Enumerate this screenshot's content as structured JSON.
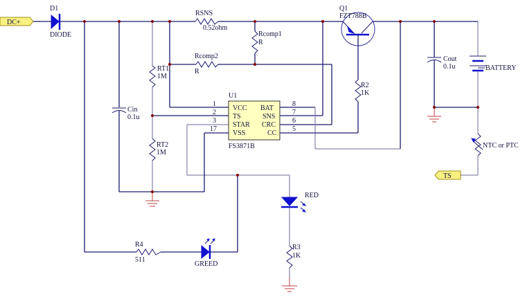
{
  "ports": {
    "dc_plus": "DC+",
    "ts": "TS"
  },
  "components": {
    "d1": {
      "ref": "D1",
      "value": "DIODE"
    },
    "rsns": {
      "ref": "RSNS",
      "value": "0.52ohm"
    },
    "rcomp1": {
      "ref": "Rcomp1",
      "value": "R"
    },
    "rcomp2": {
      "ref": "Rcomp2",
      "value": "R"
    },
    "q1": {
      "ref": "Q1",
      "value": "FZT788B"
    },
    "rt1": {
      "ref": "RT1",
      "value": "1M"
    },
    "rt2": {
      "ref": "RT2",
      "value": "1M"
    },
    "cin": {
      "ref": "Cin",
      "value": "0.1u"
    },
    "cout": {
      "ref": "Cout",
      "value": "0.1u"
    },
    "battery": {
      "ref": "BATTERY"
    },
    "thermistor": {
      "ref": "NTC or PTC"
    },
    "r2": {
      "ref": "R2",
      "value": "1K"
    },
    "r3": {
      "ref": "R3",
      "value": "1K"
    },
    "r4": {
      "ref": "R4",
      "value": "511"
    },
    "led_red": {
      "ref": "RED"
    },
    "led_green": {
      "ref": "GREED"
    },
    "u1": {
      "ref": "U1",
      "value": "FS3871B",
      "left_pins": [
        {
          "num": "1",
          "name": "VCC"
        },
        {
          "num": "2",
          "name": "TS"
        },
        {
          "num": "3",
          "name": "STAR"
        },
        {
          "num": "17",
          "name": "VSS"
        }
      ],
      "right_pins": [
        {
          "num": "8",
          "name": "BAT"
        },
        {
          "num": "7",
          "name": "SNS"
        },
        {
          "num": "6",
          "name": "CRC"
        },
        {
          "num": "5",
          "name": "CC"
        }
      ]
    }
  }
}
